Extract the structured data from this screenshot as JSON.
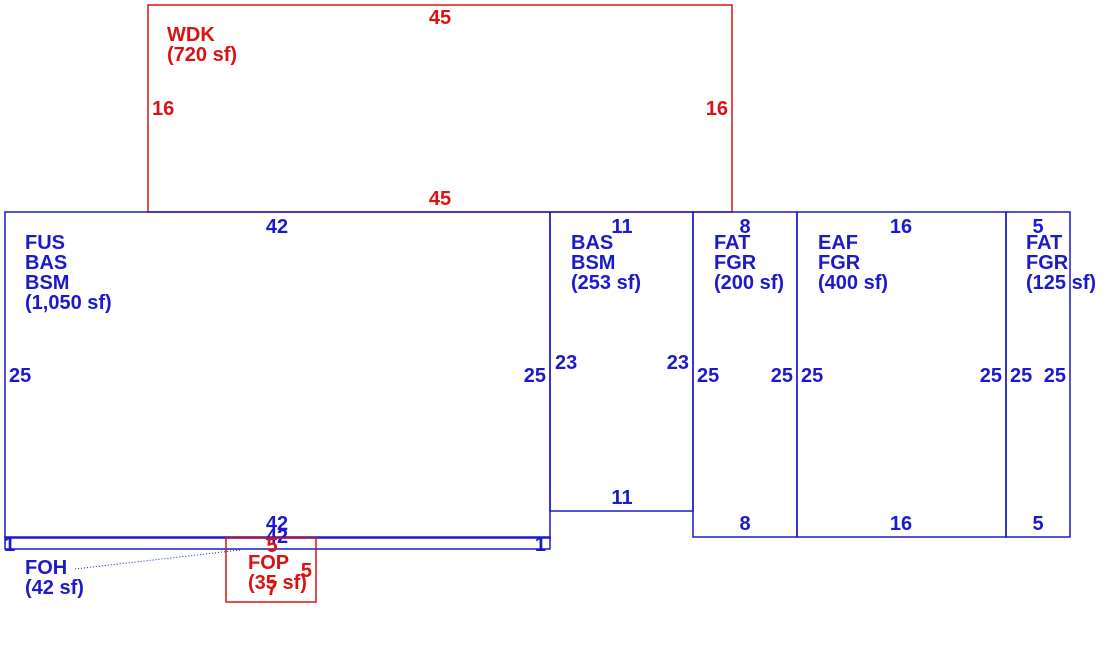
{
  "colors": {
    "blue": "#1a1acc",
    "red": "#dd1111"
  },
  "areas": {
    "wdk": {
      "code": "WDK",
      "area": "(720 sf)",
      "dims": {
        "top": "45",
        "bottom": "45",
        "left": "16",
        "right": "16"
      }
    },
    "main": {
      "codes": [
        "FUS",
        "BAS",
        "BSM"
      ],
      "area": "(1,050 sf)",
      "dims": {
        "top": "42",
        "bottom": "42",
        "left": "25",
        "right": "25"
      }
    },
    "bas2": {
      "codes": [
        "BAS",
        "BSM"
      ],
      "area": "(253 sf)",
      "dims": {
        "top": "11",
        "bottom": "11",
        "left": "23",
        "right": "23"
      }
    },
    "fat1": {
      "codes": [
        "FAT",
        "FGR"
      ],
      "area": "(200 sf)",
      "dims": {
        "top": "8",
        "bottom": "8",
        "left": "25",
        "right": "25"
      }
    },
    "eaf": {
      "codes": [
        "EAF",
        "FGR"
      ],
      "area": "(400 sf)",
      "dims": {
        "top": "16",
        "bottom": "16",
        "left": "25",
        "right": "25"
      }
    },
    "fat2": {
      "codes": [
        "FAT",
        "FGR"
      ],
      "area": "(125 sf)",
      "dims": {
        "top": "5",
        "bottom": "5",
        "left": "25",
        "right": "25"
      }
    },
    "foh": {
      "code": "FOH",
      "area": "(42 sf)",
      "dims": {
        "top": "42",
        "left": "1",
        "right": "1"
      }
    },
    "fop": {
      "code": "FOP",
      "area": "(35 sf)",
      "dims": {
        "top": "5",
        "right": "5",
        "bottom": "7"
      }
    }
  }
}
